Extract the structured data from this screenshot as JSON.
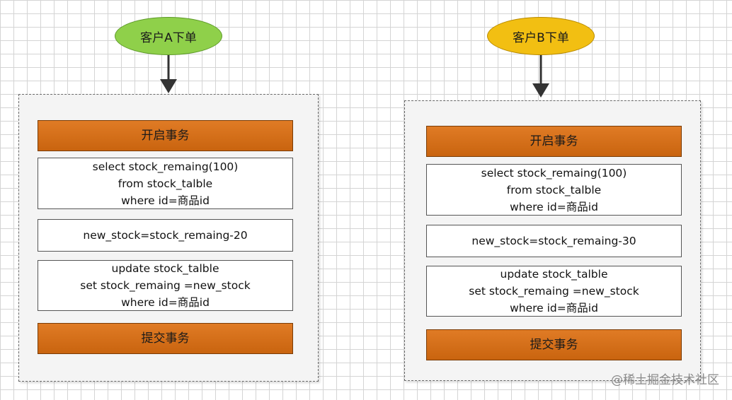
{
  "left_flow": {
    "title": "客户A下单",
    "start_tx": "开启事务",
    "select_lines": [
      "select stock_remaing(100)",
      "from stock_talble",
      "where id=商品id"
    ],
    "compute": "new_stock=stock_remaing-20",
    "update_lines": [
      "update stock_talble",
      "set stock_remaing =new_stock",
      "where id=商品id"
    ],
    "commit_tx": "提交事务"
  },
  "right_flow": {
    "title": "客户B下单",
    "start_tx": "开启事务",
    "select_lines": [
      "select stock_remaing(100)",
      "from stock_talble",
      "where id=商品id"
    ],
    "compute": "new_stock=stock_remaing-30",
    "update_lines": [
      "update stock_talble",
      "set stock_remaing =new_stock",
      "where id=商品id"
    ],
    "commit_tx": "提交事务"
  },
  "colors": {
    "ellipse_a": "#8fd04a",
    "ellipse_b": "#f2bf12",
    "transaction_box": "#d46e1a"
  },
  "watermark": "@稀土掘金技术社区"
}
